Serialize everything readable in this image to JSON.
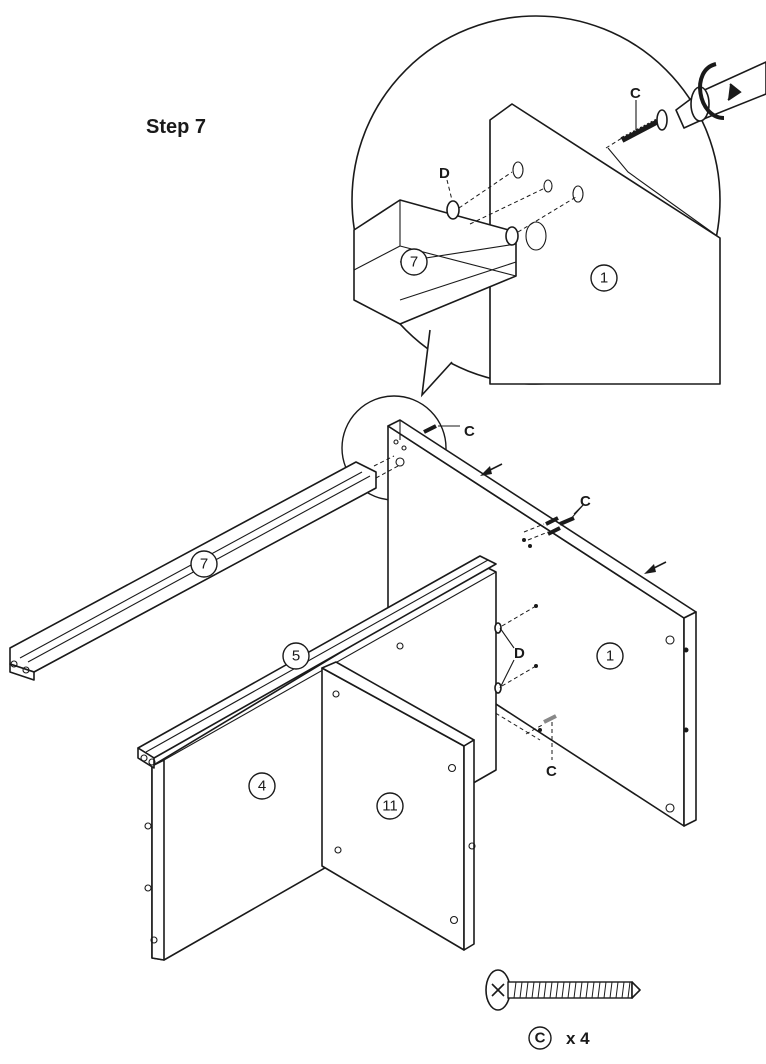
{
  "step_title": "Step 7",
  "labels": {
    "screw": "C",
    "dowel": "D"
  },
  "parts": {
    "part_1": "1",
    "part_4": "4",
    "part_5": "5",
    "part_7": "7",
    "part_11": "11"
  },
  "hardware": {
    "letter": "C",
    "quantity": "x 4"
  }
}
